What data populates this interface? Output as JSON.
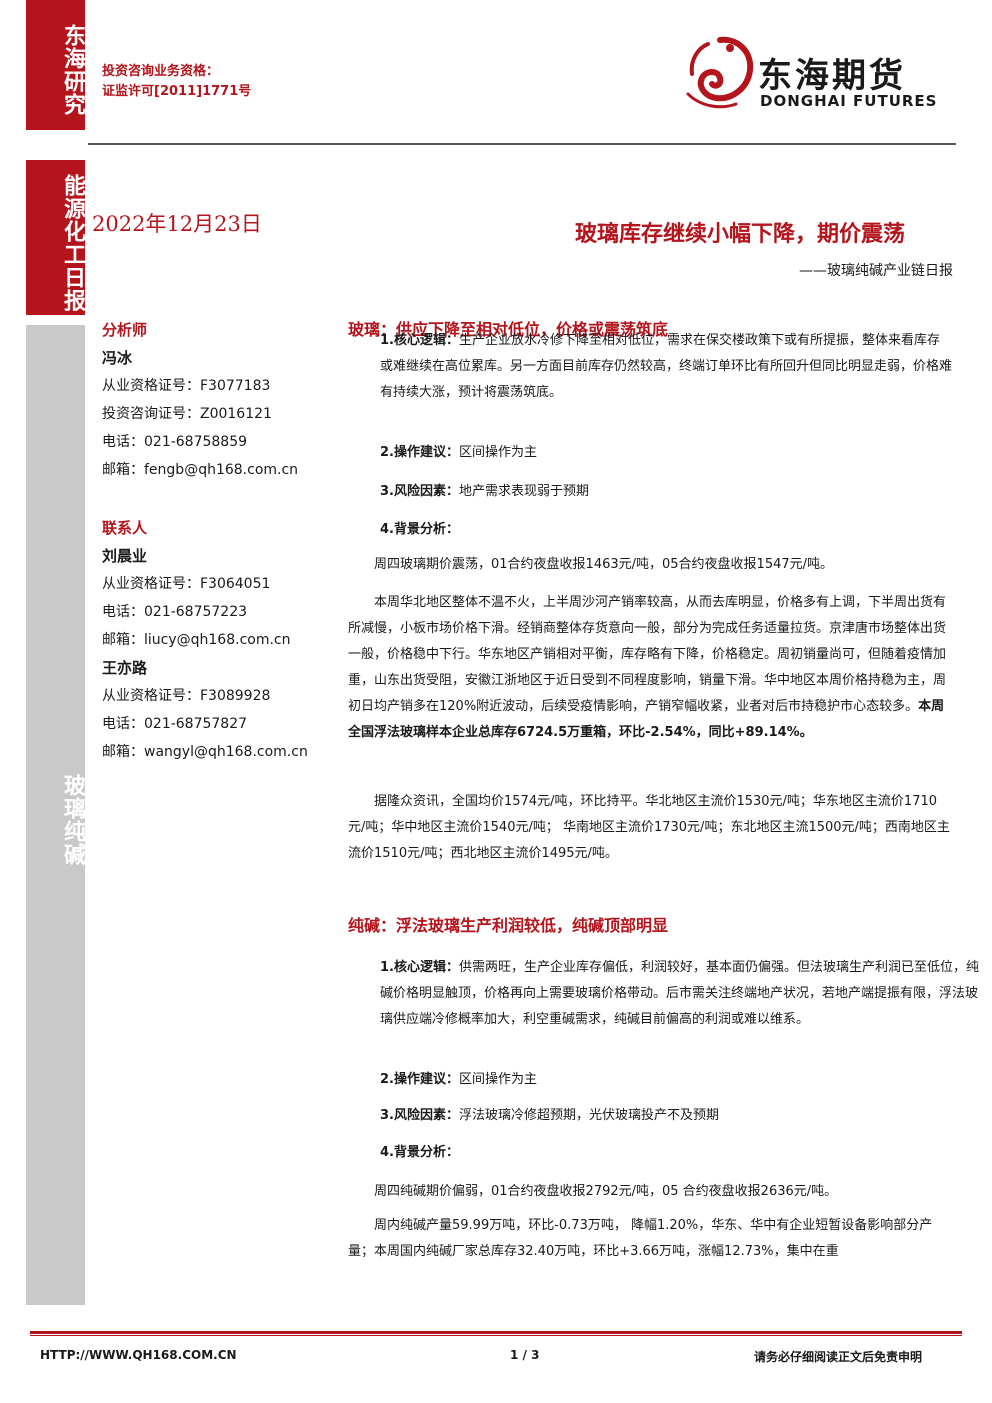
{
  "sidebar": {
    "brand": "东海研究",
    "sector": "能源化工日报",
    "product": "玻璃纯碱"
  },
  "header": {
    "qualification_line1": "投资咨询业务资格：",
    "qualification_line2": "证监许可[2011]1771号",
    "logo_cn": "东海期货",
    "logo_en": "DONGHAI FUTURES"
  },
  "report": {
    "date": "2022年12月23日",
    "title": "玻璃库存继续小幅下降，期价震荡",
    "subtitle": "——玻璃纯碱产业链日报"
  },
  "analyst": {
    "heading": "分析师",
    "name": "冯冰",
    "cert": "从业资格证号：F3077183",
    "advisory": "投资咨询证号：Z0016121",
    "phone": "电话：021-68758859",
    "email": "邮箱：fengb@qh168.com.cn"
  },
  "contacts": {
    "heading": "联系人",
    "people": [
      {
        "name": "刘晨业",
        "cert": "从业资格证号：F3064051",
        "phone": "电话：021-68757223",
        "email": "邮箱：liucy@qh168.com.cn"
      },
      {
        "name": "王亦路",
        "cert": "从业资格证号：F3089928",
        "phone": "电话：021-68757827",
        "email": "邮箱：wangyl@qh168.com.cn"
      }
    ]
  },
  "glass": {
    "heading": "玻璃：供应下降至相对低位，价格或震荡筑底",
    "logic_label": "1.核心逻辑：",
    "logic_text": "生产企业放水冷修下降至相对低位，需求在保交楼政策下或有所提振，整体来看库存或难继续在高位累库。另一方面目前库存仍然较高，终端订单环比有所回升但同比明显走弱，价格难有持续大涨，预计将震荡筑底。",
    "op_label": "2.操作建议：",
    "op_text": "区间操作为主",
    "risk_label": "3.风险因素：",
    "risk_text": "地产需求表现弱于预期",
    "bg_label": "4.背景分析：",
    "bg_p1": "周四玻璃期价震荡，01合约夜盘收报1463元/吨，05合约夜盘收报1547元/吨。",
    "bg_p2": "本周华北地区整体不温不火，上半周沙河产销率较高，从而去库明显，价格多有上调，下半周出货有所减慢，小板市场价格下滑。经销商整体存货意向一般，部分为完成任务适量拉货。京津唐市场整体出货一般，价格稳中下行。华东地区产销相对平衡，库存略有下降，价格稳定。周初销量尚可，但随着疫情加重，山东出货受阻，安徽江浙地区于近日受到不同程度影响，销量下滑。华中地区本周价格持稳为主，周初日均产销多在120%附近波动，后续受疫情影响，产销窄幅收紧，业者对后市持稳护市心态较多。",
    "bg_p2_bold": "本周全国浮法玻璃样本企业总库存6724.5万重箱，环比-2.54%，同比+89.14%。",
    "bg_p3": "据隆众资讯，全国均价1574元/吨，环比持平。华北地区主流价1530元/吨；华东地区主流价1710元/吨；华中地区主流价1540元/吨；  华南地区主流价1730元/吨；东北地区主流1500元/吨；西南地区主流价1510元/吨；西北地区主流价1495元/吨。"
  },
  "soda": {
    "heading": "纯碱：浮法玻璃生产利润较低，纯碱顶部明显",
    "logic_label": "1.核心逻辑：",
    "logic_text": "供需两旺，生产企业库存偏低，利润较好，基本面仍偏强。但法玻璃生产利润已至低位，纯碱价格明显触顶，价格再向上需要玻璃价格带动。后市需关注终端地产状况，若地产端提振有限，浮法玻璃供应端冷修概率加大，利空重碱需求，纯碱目前偏高的利润或难以维系。",
    "op_label": "2.操作建议：",
    "op_text": "区间操作为主",
    "risk_label": "3.风险因素：",
    "risk_text": "浮法玻璃冷修超预期，光伏玻璃投产不及预期",
    "bg_label": "4.背景分析：",
    "bg_p1": "周四纯碱期价偏弱，01合约夜盘收报2792元/吨，05  合约夜盘收报2636元/吨。",
    "bg_p2": "周内纯碱产量59.99万吨，环比-0.73万吨，  降幅1.20%，华东、华中有企业短暂设备影响部分产量；本周国内纯碱厂家总库存32.40万吨，环比+3.66万吨，涨幅12.73%，集中在重"
  },
  "footer": {
    "url": "HTTP://WWW.QH168.COM.CN",
    "page": "1 / 3",
    "disclaimer": "请务必仔细阅读正文后免责申明"
  },
  "colors": {
    "accent": "#b4151c",
    "sidebar_grey": "#c9c9c9"
  }
}
